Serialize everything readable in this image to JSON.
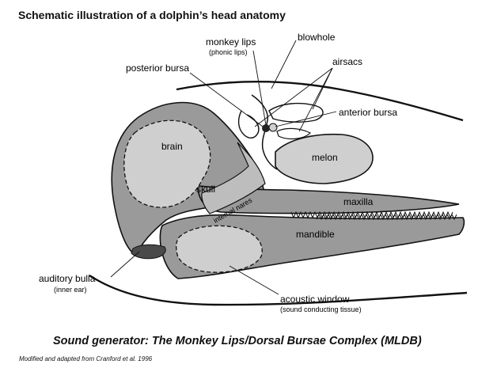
{
  "title": "Schematic illustration of a dolphin’s head anatomy",
  "caption": "Sound generator: The Monkey Lips/Dorsal Bursae Complex (MLDB)",
  "credit": "Modified and adapted from Cranford et al. 1996",
  "labels": {
    "monkey_lips": "monkey lips",
    "phonic_lips": "(phonic lips)",
    "blowhole": "blowhole",
    "posterior_bursa": "posterior bursa",
    "airsacs": "airsacs",
    "anterior_bursa": "anterior bursa",
    "brain": "brain",
    "melon": "melon",
    "skull": "skull",
    "internal_nares": "internal nares",
    "maxilla": "maxilla",
    "mandible": "mandible",
    "auditory_bulla": "auditory bulla",
    "inner_ear": "(inner ear)",
    "acoustic_window": "acoustic window",
    "sound_conducting_tissue": "(sound conducting tissue)"
  },
  "colors": {
    "skull_fill": "#9a9a9a",
    "soft_tissue_fill": "#cfcfcf",
    "bulla_fill": "#4a4a4a",
    "outline": "#111111"
  }
}
